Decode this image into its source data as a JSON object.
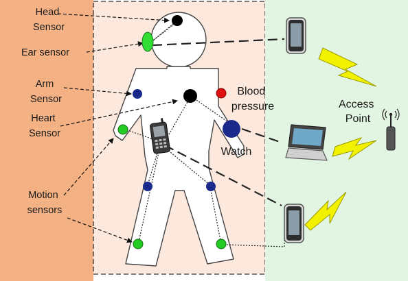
{
  "labels": {
    "head_sensor": [
      "Head",
      "Sensor"
    ],
    "ear_sensor": "Ear sensor",
    "arm_sensor": [
      "Arm",
      "Sensor"
    ],
    "heart_sensor": [
      "Heart",
      "Sensor"
    ],
    "motion_sensors": [
      "Motion",
      "sensors"
    ],
    "blood_pressure": [
      "Blood",
      "pressure"
    ],
    "watch": "Watch",
    "access_point": [
      "Access",
      "Point"
    ]
  },
  "colors": {
    "left_panel": "#f4b183",
    "middle_panel": "#fce8dc",
    "right_panel": "#e2f5e2",
    "sensor_black": "#000000",
    "sensor_green": "#22cc22",
    "sensor_navy": "#1a2a8c",
    "sensor_red": "#e01010",
    "ear_green": "#33dd33",
    "lightning": "#f2f200"
  },
  "icons": [
    "mobile-phone-icon",
    "laptop-icon",
    "access-point-antenna-icon",
    "lightning-bolt-icon"
  ]
}
